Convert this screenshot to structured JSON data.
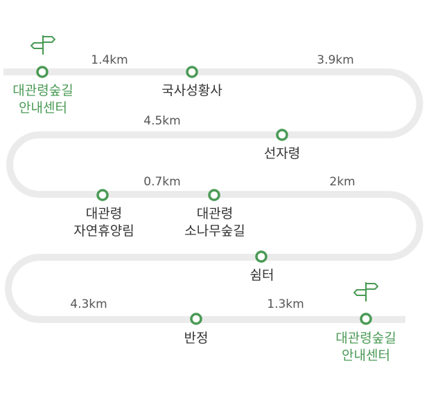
{
  "colors": {
    "path": "#ebebeb",
    "accent": "#4a9a55",
    "text": "#333333",
    "distance": "#555555"
  },
  "start": {
    "icon": "signpost-icon",
    "line1": "대관령숲길",
    "line2": "안내센터"
  },
  "stops": {
    "guksa": "국사성황사",
    "seonja": "선자령",
    "forest_line1": "대관령",
    "forest_line2": "자연휴양림",
    "pine_line1": "대관령",
    "pine_line2": "소나무숲길",
    "shelter": "쉼터",
    "banjeong": "반정"
  },
  "end": {
    "icon": "signpost-icon",
    "line1": "대관령숲길",
    "line2": "안내센터"
  },
  "distances": {
    "d1": "1.4km",
    "d2": "3.9km",
    "d3": "4.5km",
    "d4": "0.7km",
    "d5": "2km",
    "d6": "4.3km",
    "d7": "1.3km"
  }
}
